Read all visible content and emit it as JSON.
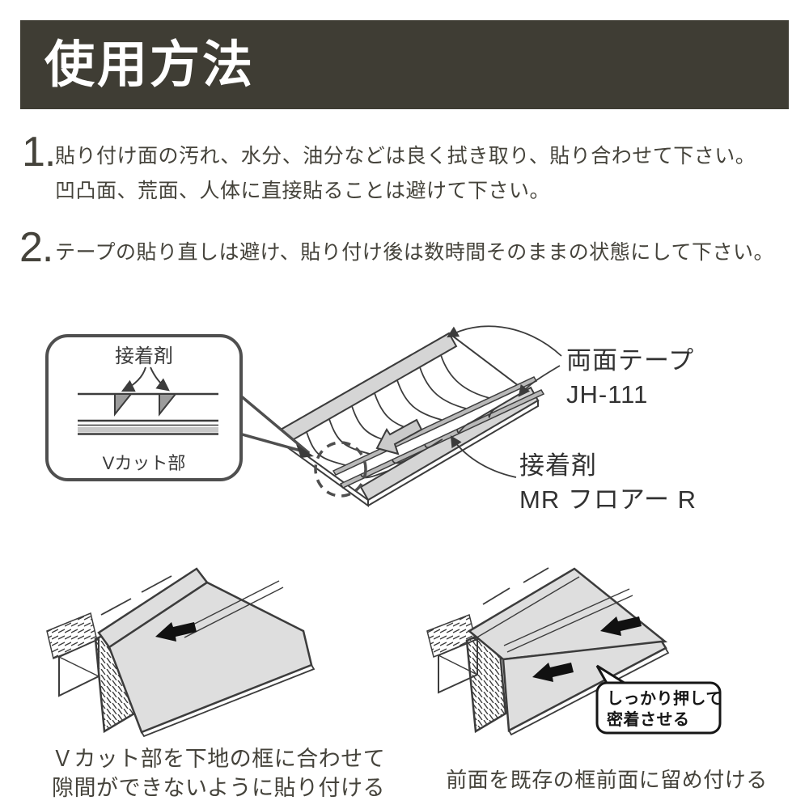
{
  "header": {
    "title": "使用方法"
  },
  "steps": [
    {
      "number": "1.",
      "lines": [
        "貼り付け面の汚れ、水分、油分などは良く拭き取り、貼り合わせて下さい。",
        "凹凸面、荒面、人体に直接貼ることは避けて下さい。"
      ]
    },
    {
      "number": "2.",
      "lines": [
        "テープの貼り直しは避け、貼り付け後は数時間そのままの状態にして下さい。"
      ]
    }
  ],
  "diagram": {
    "callout": {
      "adhesive_label": "接着剤",
      "vcut_label": "Vカット部"
    },
    "labels": {
      "tape_line1": "両面テープ",
      "tape_line2": "JH-111",
      "adhesive_line1": "接着剤",
      "adhesive_line2": "MR フロアー R"
    }
  },
  "figures": {
    "left": {
      "caption_line1": "Ｖカット部を下地の框に合わせて",
      "caption_line2": "隙間ができないように貼り付ける"
    },
    "right": {
      "bubble_line1": "しっかり押して",
      "bubble_line2": "密着させる",
      "caption": "前面を既存の框前面に留め付ける"
    }
  },
  "colors": {
    "header_bg": "#3f3d34",
    "header_text": "#ffffff",
    "body_text": "#45433b",
    "line": "#3c3c3c",
    "gray_fill": "#d5d5d5",
    "sheet_fill": "#dedede",
    "notch_fill": "#9c9c9c"
  }
}
